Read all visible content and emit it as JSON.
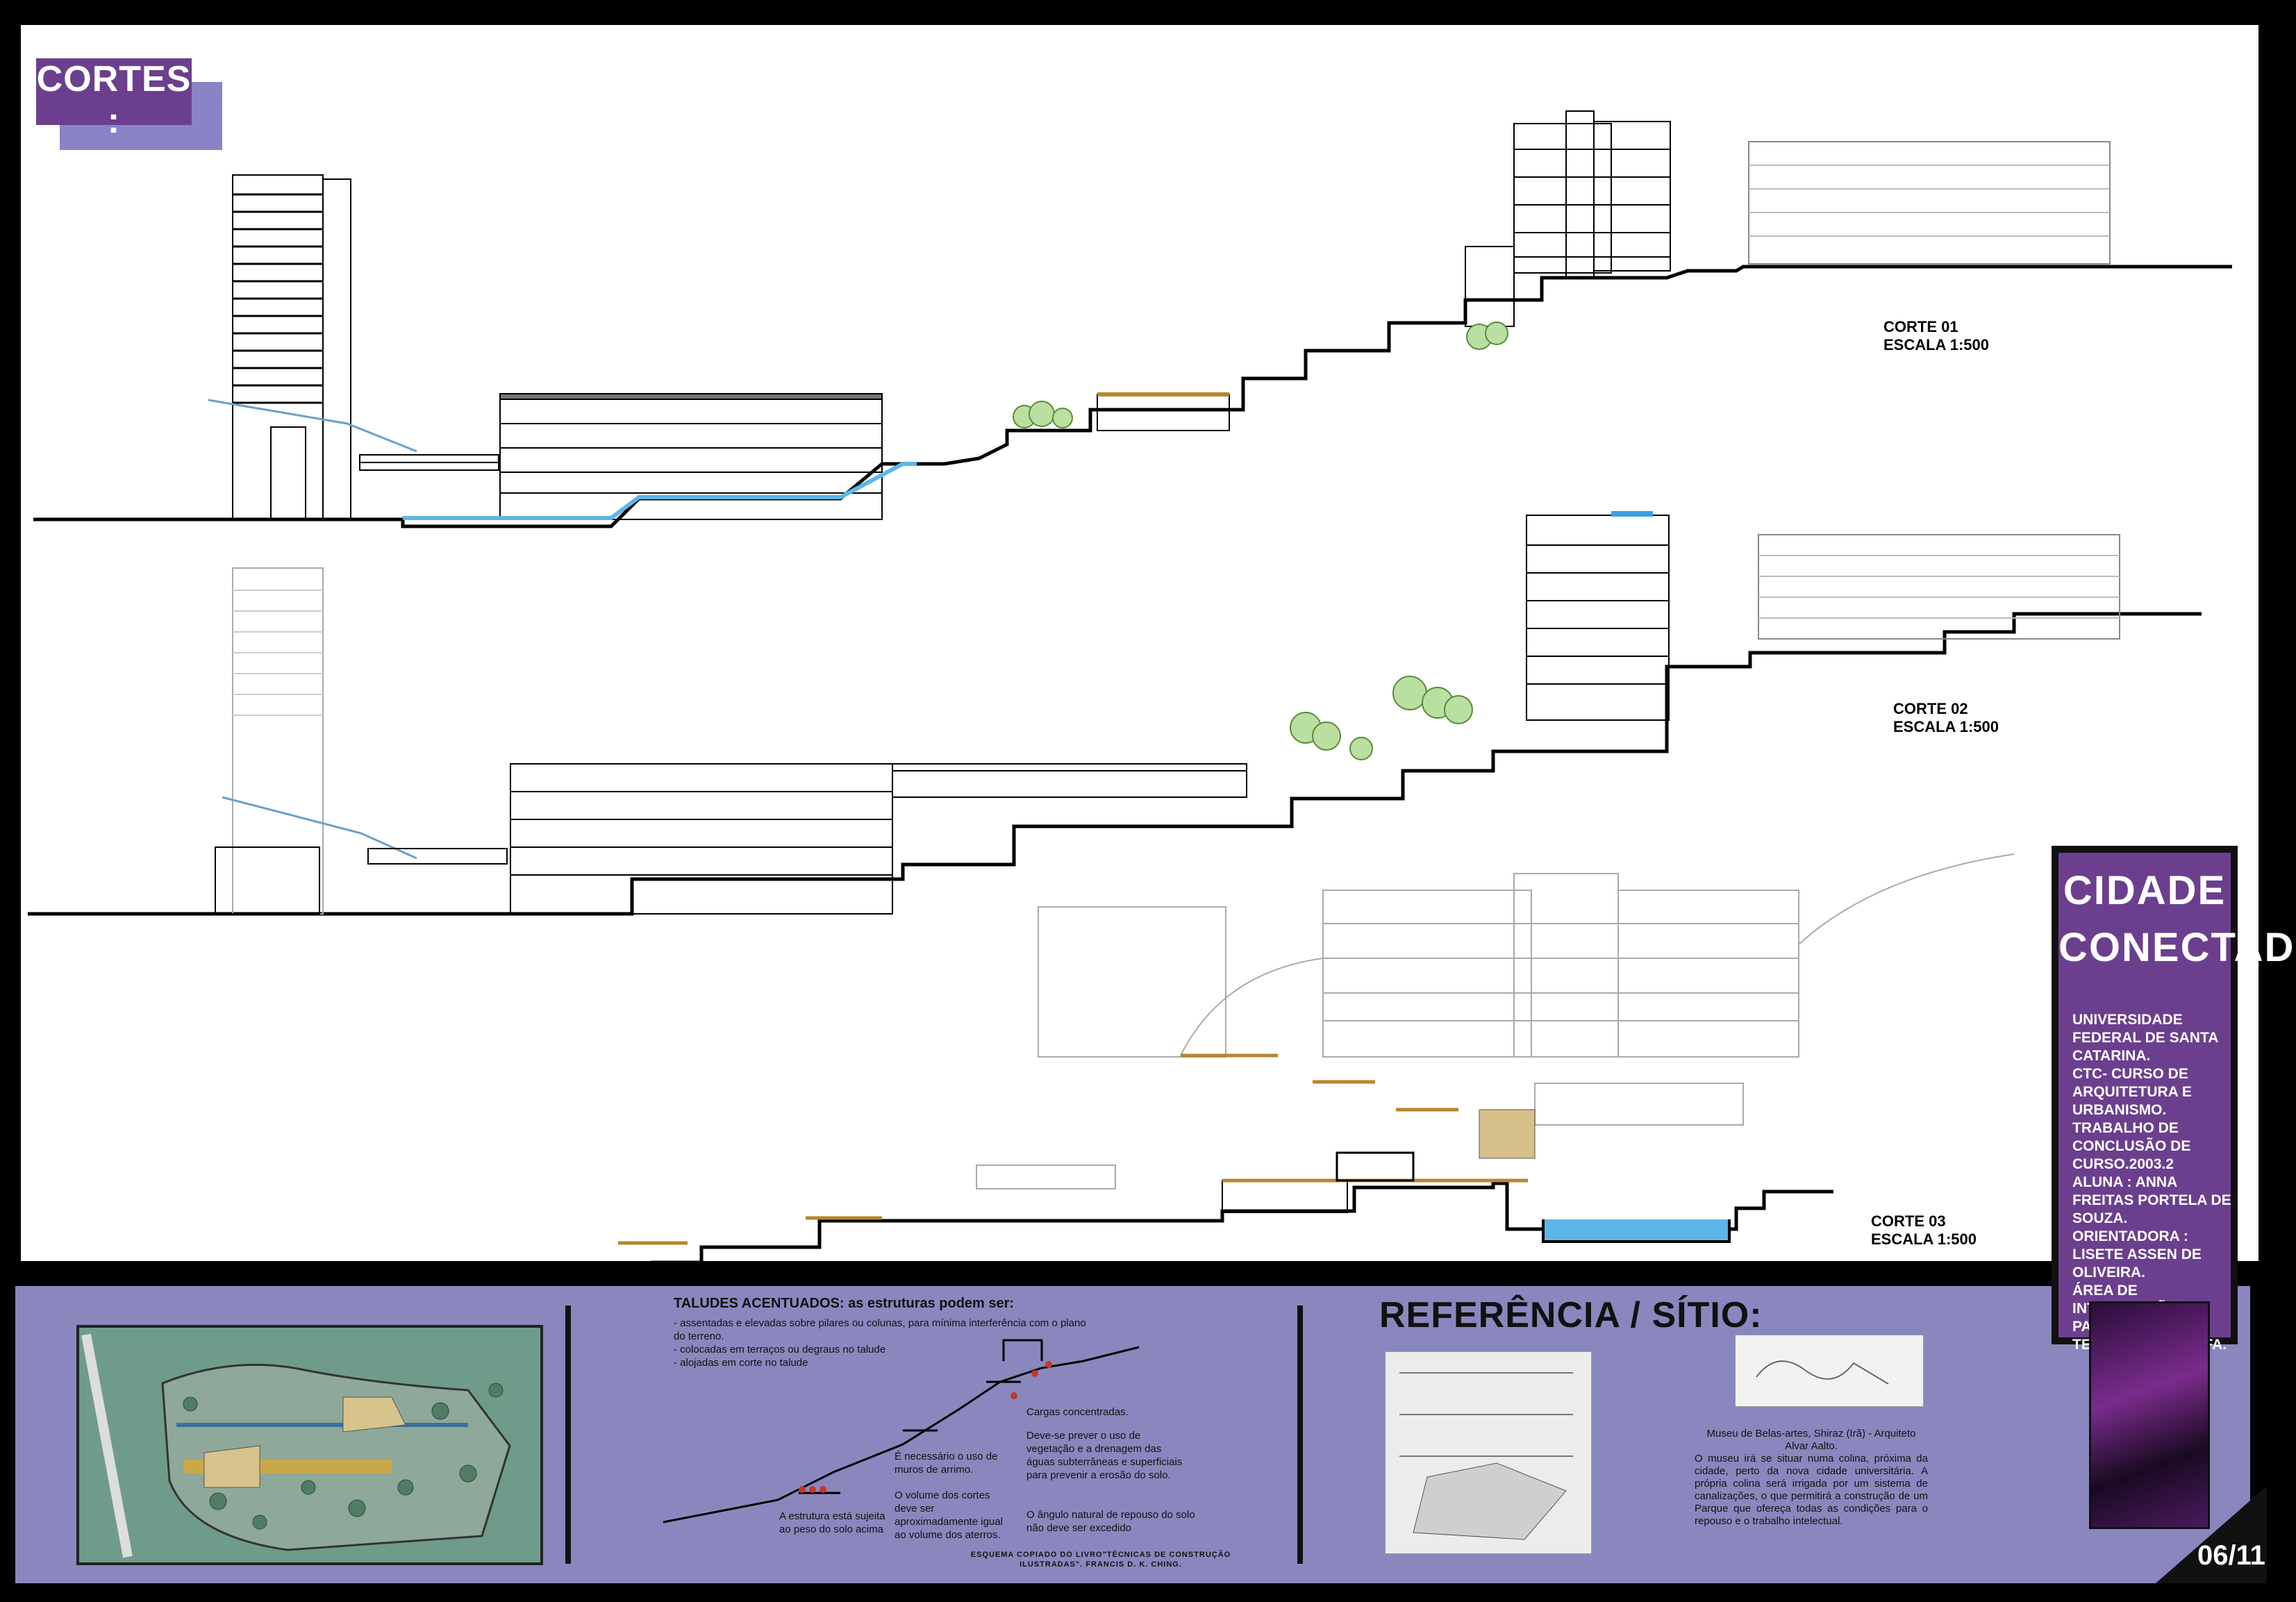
{
  "header": {
    "title": "CORTES :"
  },
  "sections": [
    {
      "name": "CORTE 01",
      "scale": "ESCALA 1:500"
    },
    {
      "name": "CORTE 02",
      "scale": "ESCALA 1:500"
    },
    {
      "name": "CORTE 03",
      "scale": "ESCALA 1:500"
    }
  ],
  "taludes": {
    "title": "TALUDES ACENTUADOS: as estruturas podem ser:",
    "items": [
      "- assentadas e elevadas sobre pilares ou colunas, para mínima interferência com o plano do terreno.",
      "- colocadas em terraços ou degraus no talude",
      "- alojadas em corte no talude",
      ""
    ],
    "notes": [
      "A estrutura está sujeita ao peso do solo acima",
      "É necessário o uso de muros de arrimo.",
      "O volume dos cortes deve ser aproximadamente igual ao volume dos aterros.",
      "Cargas concentradas.",
      "Deve-se prever o uso de vegetação e a drenagem das águas subterrâneas e superficiais para prevenir a erosão do solo.",
      "O ângulo natural de repouso do solo não deve ser excedido"
    ],
    "credit": "ESQUEMA COPIADO DO LIVRO\"TÉCNICAS DE CONSTRUÇÃO ILUSTRADAS\". FRANCIS D. K. CHING."
  },
  "reference": {
    "title": "REFERÊNCIA / SÍTIO:",
    "caption": "Museu de Belas-artes, Shiraz (Irã) - Arquiteto Alvar Aalto.",
    "description": "O museu irá se situar numa colina, próxima da cidade, perto da nova cidade universitária. A própria colina será irrigada por um sistema de canalizações, o que permitirá a construção de um Parque que ofereça todas as condições para o repouso e o trabalho intelectual."
  },
  "project": {
    "title_line1": "CIDADE",
    "title_line2": "CONECTADA",
    "credits": [
      "UNIVERSIDADE FEDERAL DE SANTA CATARINA.",
      "CTC- CURSO DE ARQUITETURA E URBANISMO.",
      "TRABALHO DE CONCLUSÃO DE CURSO.2003.2",
      "ALUNA : ANNA FREITAS PORTELA DE SOUZA.",
      "ORIENTADORA : LISETE ASSEN DE OLIVEIRA.",
      "ÁREA DE INTERVENÇÃO : PARQUE TECNOLÓGICO ALFA."
    ]
  },
  "page": {
    "number": "06/11"
  }
}
